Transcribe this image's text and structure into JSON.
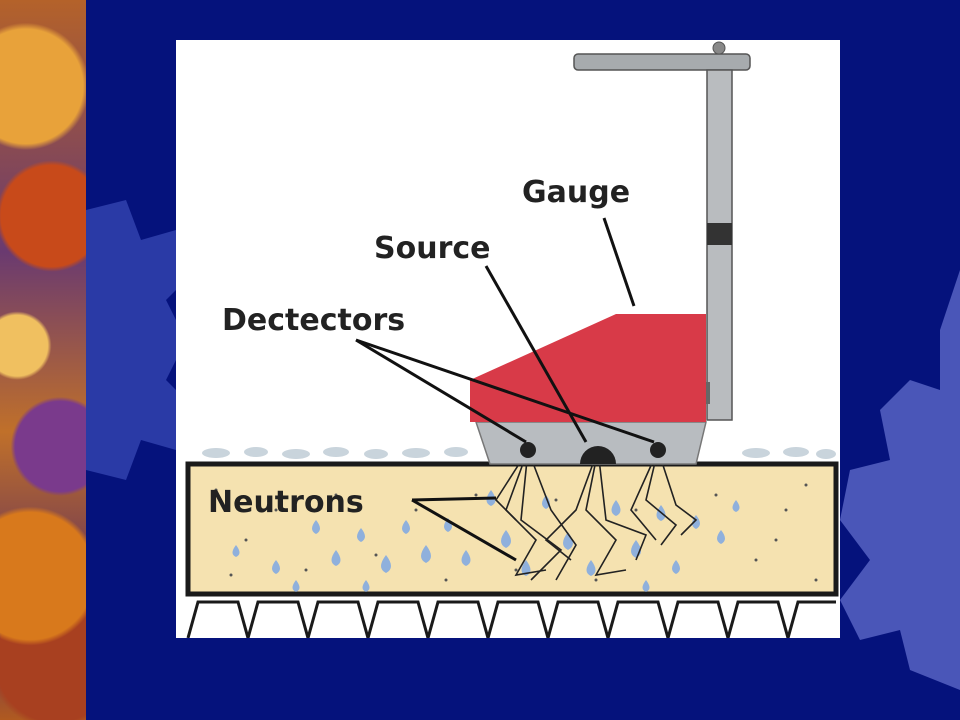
{
  "diagram": {
    "labels": {
      "gauge": "Gauge",
      "source": "Source",
      "detectors": "Dectectors",
      "neutrons": "Neutrons"
    },
    "colors": {
      "background": "#05127c",
      "gauge_body": "#d83a48",
      "gauge_base": "#b8bcc0",
      "soil": "#f5e2b0",
      "droplets": "#8fb0dc",
      "outline": "#1a1a1a"
    }
  }
}
